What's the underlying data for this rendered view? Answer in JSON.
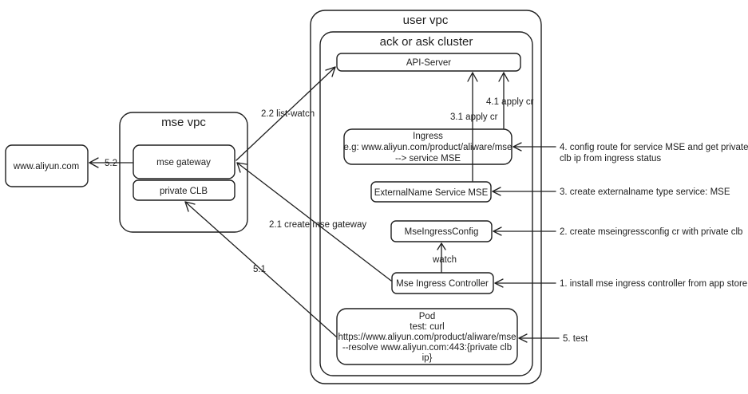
{
  "containers": {
    "user_vpc": "user vpc",
    "cluster": "ack or ask cluster",
    "mse_vpc": "mse vpc"
  },
  "nodes": {
    "aliyun": "www.aliyun.com",
    "mse_gateway": "mse gateway",
    "private_clb": "private CLB",
    "api_server": "API-Server",
    "ingress": [
      "Ingress",
      "e.g: www.aliyun.com/product/aliware/mse",
      "--> service MSE"
    ],
    "externalname_service": "ExternalName Service MSE",
    "mse_ingress_config": "MseIngressConfig",
    "mse_ingress_controller": "Mse Ingress Controller",
    "pod": [
      "Pod",
      "test: curl",
      "https://www.aliyun.com/product/aliware/mse",
      "--resolve  www.aliyun.com:443:{private clb",
      "ip}"
    ]
  },
  "edges": {
    "e_5_2": "5.2",
    "e_2_2": "2.2 list-watch",
    "e_2_1": "2.1 create mse gateway",
    "e_5_1": "5.1",
    "e_3_1": "3.1 apply cr",
    "e_4_1": "4.1 apply cr",
    "e_watch": "watch"
  },
  "steps": {
    "s4": [
      "4. config route for service MSE and get private",
      "clb ip from ingress status"
    ],
    "s3": "3. create externalname type service: MSE",
    "s2": "2. create mseingressconfig cr with private clb",
    "s1": "1. install mse ingress controller from app store",
    "s5": "5. test"
  }
}
